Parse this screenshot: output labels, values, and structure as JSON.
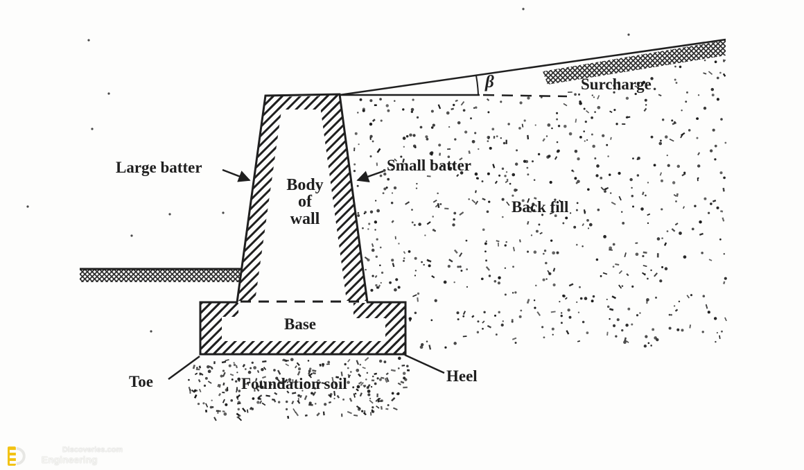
{
  "labels": {
    "large_batter": "Large batter",
    "small_batter": "Small batter",
    "body_line1": "Body",
    "body_line2": "of",
    "body_line3": "wall",
    "back_fill": "Back fill",
    "surcharge": "Surcharge",
    "beta": "β",
    "base": "Base",
    "toe": "Toe",
    "heel": "Heel",
    "foundation_soil": "Foundation soil"
  },
  "watermark": {
    "top": "Discoveries.com",
    "bottom": "Engineering"
  },
  "colors": {
    "ink": "#1f1f1f",
    "background": "#fdfdfc",
    "watermark_yellow": "#f2c213"
  }
}
